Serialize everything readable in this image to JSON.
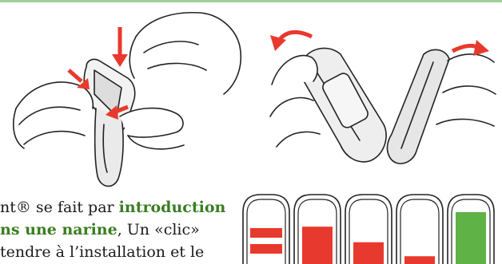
{
  "text": {
    "line1_prefix": "nt® se fait par ",
    "line1_bold": "introduction",
    "line2_bold": "ns une narine",
    "line2_rest": ", Un «clic»",
    "line3": "tendre à l’installation et le"
  },
  "colors": {
    "accent_green": "#4a8a2a",
    "indicator_red": "#e8392e",
    "indicator_green": "#5fb246",
    "arrow_red": "#e8392e"
  },
  "indicators": [
    {
      "name": "two-doses",
      "fill": 1.0,
      "color": "red",
      "bars": 2
    },
    {
      "name": "high",
      "fill": 0.72,
      "color": "red",
      "bars": 1
    },
    {
      "name": "medium",
      "fill": 0.42,
      "color": "red",
      "bars": 1
    },
    {
      "name": "low",
      "fill": 0.15,
      "color": "red",
      "bars": 1
    },
    {
      "name": "full-green",
      "fill": 1.0,
      "color": "green",
      "bars": 1
    }
  ]
}
